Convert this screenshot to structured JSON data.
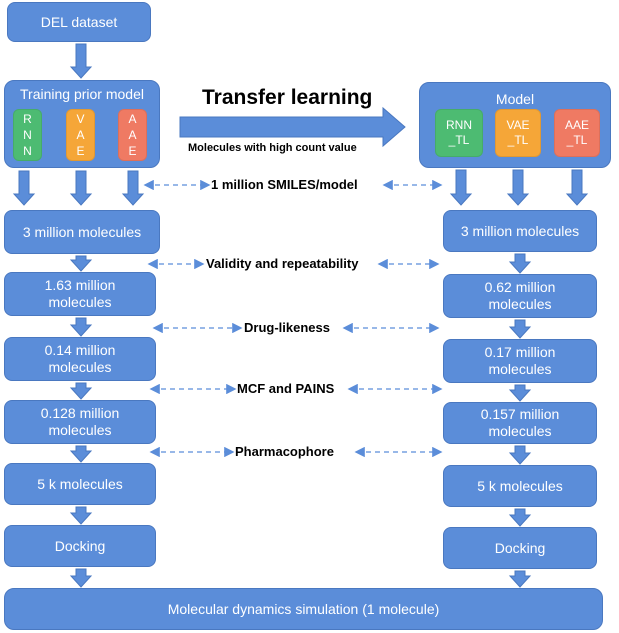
{
  "left": {
    "dataset": "DEL dataset",
    "prior_title": "Training prior model",
    "models": [
      "R N N",
      "V A E",
      "A A E"
    ],
    "steps": [
      "3 million molecules",
      "1.63 million molecules",
      "0.14 million molecules",
      "0.128 million molecules",
      "5 k molecules",
      "Docking"
    ]
  },
  "right": {
    "model_title": "Model",
    "models": [
      "RNN _TL",
      "VAE _TL",
      "AAE _TL"
    ],
    "steps": [
      "3 million molecules",
      "0.62 million molecules",
      "0.17 million molecules",
      "0.157 million molecules",
      "5 k molecules",
      "Docking"
    ]
  },
  "transfer": {
    "title": "Transfer learning",
    "subtitle": "Molecules with high count value"
  },
  "filters": [
    "1 million SMILES/model",
    "Validity and repeatability",
    "Drug-likeness",
    "MCF and PAINS",
    "Pharmacophore"
  ],
  "final": "Molecular dynamics simulation (1  molecule)",
  "colors": {
    "box": "#5b8dd9",
    "rnn": "#4dbb72",
    "vae": "#f5a638",
    "aae": "#ef7a63",
    "dash": "#5b8dd9"
  }
}
